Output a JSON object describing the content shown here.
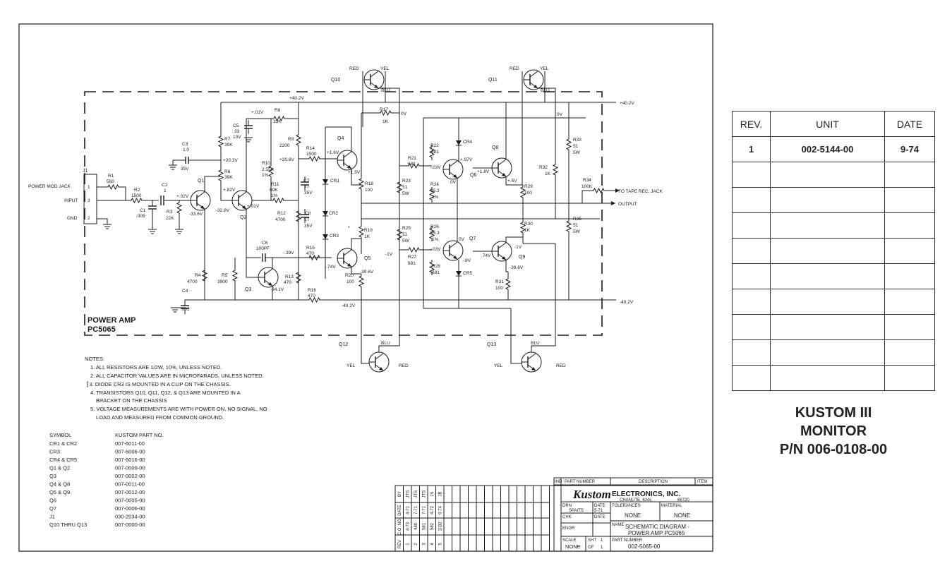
{
  "rev_table": {
    "headers": [
      "REV.",
      "UNIT",
      "DATE"
    ],
    "rows": [
      [
        "1",
        "002-5144-00",
        "9-74"
      ]
    ],
    "blank_rows": 9
  },
  "model": {
    "line1": "KUSTOM III",
    "line2": "MONITOR",
    "line3": "P/N 006-0108-00"
  },
  "schematic": {
    "box_title": "POWER AMP",
    "box_sub": "PC5065",
    "jack": {
      "ref": "J1",
      "power_mod": "POWER MOD JACK",
      "input": "INPUT",
      "gnd": "GND",
      "pins": [
        "1",
        "3",
        "2"
      ]
    },
    "rails": {
      "pos": "+40.2V",
      "neg": "-40.2V",
      "pos_out": "+40.2V",
      "neg_out": "-40.2V",
      "zero": "0V",
      "zero2": "0V"
    },
    "outputs": {
      "tape": "TO TAPE REC. JACK",
      "output": "OUTPUT"
    },
    "parts": {
      "r1": "R1",
      "r1v": "560",
      "r2": "R2",
      "r2v": "1500",
      "c1": "C1",
      "c1v": ".005",
      "c2": "C2",
      "c2v": "1",
      "r3": "R3",
      "r3v": "22K",
      "c3": "C3",
      "c3v": "1.0",
      "c3w": "35V",
      "r7": "R7",
      "r7v": "39K",
      "r6": "R6",
      "r6v": "39K",
      "c5": "C5",
      "c5v": "33",
      "c5w": "10V",
      "r8": "R8",
      "r8v": "33K",
      "r9": "R9",
      "r9v": "2200",
      "r10": "R10",
      "r10v": "2.55K",
      "r10t": "1%",
      "r11": "R11",
      "r11v": "69K",
      "r11t": "1%",
      "c7": "C7",
      "c7v": "27",
      "c7w": "35V",
      "r12": "R12",
      "r12v": "4700",
      "c8": "C8",
      "c8v": "27",
      "c8w": "35V",
      "r14": "R14",
      "r14v": "1500",
      "c6": "C6",
      "c6v": "100PF",
      "r15": "R15",
      "r15v": "470",
      "r4": "R4",
      "r4v": "4700",
      "r5": "R5",
      "r5v": "3900",
      "r13": "R13",
      "r13v": "470",
      "r16": "R16",
      "r16v": "470",
      "c4": "C4",
      "c4v": ".005",
      "r17": "R17",
      "r17v": "1K",
      "r18": "R18",
      "r18v": "100",
      "r19": "R19",
      "r19v": "1K",
      "r20": "R20",
      "r20v": "100",
      "r21": "R21",
      "r21v": "681",
      "r22": "R22",
      "r22v": "681",
      "r23": "R23",
      "r23v": "51",
      "r23w": "5W",
      "r24": "R24",
      "r24v": "95.3",
      "r24t": "1%",
      "r25": "R25",
      "r25v": "51",
      "r25w": "5W",
      "r26": "R26",
      "r26v": "95.3",
      "r26t": "1%",
      "r27": "R27",
      "r27v": "681",
      "r28": "R28",
      "r28v": "681",
      "r29": "R29",
      "r29v": "100",
      "r30": "R30",
      "r30v": "1K",
      "r31": "R31",
      "r31v": "100",
      "r32": "R32",
      "r32v": "1K",
      "r33": "R33",
      "r33v": "51",
      "r33w": "5W",
      "r34": "R34",
      "r34v": "100K",
      "r35": "R35",
      "r35v": "51",
      "r35w": "5W",
      "cr1": "CR1",
      "cr2": "CR2",
      "cr3": "CR3",
      "cr4": "CR4",
      "cr5": "CR5"
    },
    "transistors": [
      "Q1",
      "Q2",
      "Q3",
      "Q4",
      "Q5",
      "Q6",
      "Q7",
      "Q8",
      "Q9",
      "Q10",
      "Q11",
      "Q12",
      "Q13"
    ],
    "pins": {
      "red": "RED",
      "yel": "YEL",
      "blu": "BLU"
    },
    "voltages": {
      "v_q1c": "-33.6V",
      "v_q1e": "+.02V",
      "v_q2b": "+.82V",
      "v_q2e": "-32.8V",
      "v_q2c": "+.01V",
      "v_c5": "+.01V",
      "v_r6": "+20.3V",
      "v_r9": "+20.6V",
      "v_q4b": "+1.5V",
      "v_q4e": "+1.6V",
      "v_q3": "-34.1V",
      "v_c6": "-.39V",
      "v_q5b": "-.74V",
      "v_q5e": "-39.6V",
      "v_q5c": "-1V",
      "v_q6b": "-.03V",
      "v_q6e": "+.97V",
      "v_q6c": "0V",
      "v_q8": "+1.8V",
      "v_q8e": "+.5V",
      "v_q7b": "-.03V",
      "v_q7c": "0V",
      "v_q7e": "-.8V",
      "v_q9b": ".74V",
      "v_q9c": "-1V",
      "v_q9e": "-39.6V"
    }
  },
  "notes": {
    "heading": "NOTES:",
    "items": [
      "1. ALL RESISTORS ARE 1/2W, 10%, UNLESS NOTED.",
      "2. ALL CAPACITOR VALUES ARE IN MICROFARADS, UNLESS NOTED.",
      "┇3. DIODE CR3 IS MOUNTED IN A CLIP ON THE CHASSIS.",
      "4. TRANSISTORS Q10, Q11, Q12, & Q13 ARE MOUNTED IN A",
      "BRACKET ON THE CHASSIS",
      "5. VOLTAGE MEASUREMENTS ARE WITH POWER ON, NO SIGNAL, NO",
      "LOAD AND MEASURED FROM COMMON GROUND."
    ]
  },
  "parts_list": {
    "headers": [
      "SYMBOL",
      "KUSTOM PART NO."
    ],
    "rows": [
      [
        "CR1 & CR2",
        "007-6011-00"
      ],
      [
        "CR3",
        "007-6006-00"
      ],
      [
        "CR4 & CR5",
        "007-6016-00"
      ],
      [
        "Q1 & Q2",
        "007-0009-00"
      ],
      [
        "Q3",
        "007-0002-00"
      ],
      [
        "Q4 & Q8",
        "007-0011-00"
      ],
      [
        "Q5 & Q9",
        "007-0012-00"
      ],
      [
        "Q6",
        "007-0005-00"
      ],
      [
        "Q7",
        "007-0006-00"
      ],
      [
        "J1",
        "030-2034-00"
      ],
      [
        "Q10 THRU Q13",
        "007-0000-00"
      ]
    ]
  },
  "title_block": {
    "part_number_hdr": "PART NUMBER",
    "description_hdr": "DESCRIPTION",
    "item_hdr": "ITEM",
    "ind": "IND",
    "logo": "Kustom",
    "company": "ELECTRONICS, INC.",
    "city": "CHANUTE, KAN.",
    "zip": "66720",
    "drn": "DRN",
    "drn_by": "SPAITS",
    "date_hdr": "DATE",
    "drn_date": "5-71",
    "tolerances_hdr": "TOLERANCES",
    "tolerances": "NONE",
    "material_hdr": "MATERIAL",
    "material": "NONE",
    "chk": "CHK",
    "date2": "DATE",
    "engr": "ENGR",
    "name_hdr": "NAME",
    "name1": "SCHEMATIC DIAGRAM -",
    "name2": "POWER AMP PC5065",
    "scale_hdr": "SCALE",
    "scale": "NONE",
    "sht_hdr": "SHT",
    "sht": "1",
    "of_hdr": "OF",
    "of": "1",
    "part_hdr": "PART NUMBER",
    "part": "002-5065-00",
    "rev_col_hdrs": [
      "REV",
      "C.O. NO.",
      "DATE",
      "BY"
    ],
    "rev_rows": [
      [
        "1",
        "4-73",
        "4-71",
        "JTS"
      ],
      [
        "2",
        "488",
        "7-71",
        "JTS"
      ],
      [
        "3",
        "581",
        "7-71",
        "JTS"
      ],
      [
        "4",
        "582",
        "4-72",
        "JS"
      ],
      [
        "5",
        "1032",
        "9-74",
        "JB"
      ]
    ]
  }
}
